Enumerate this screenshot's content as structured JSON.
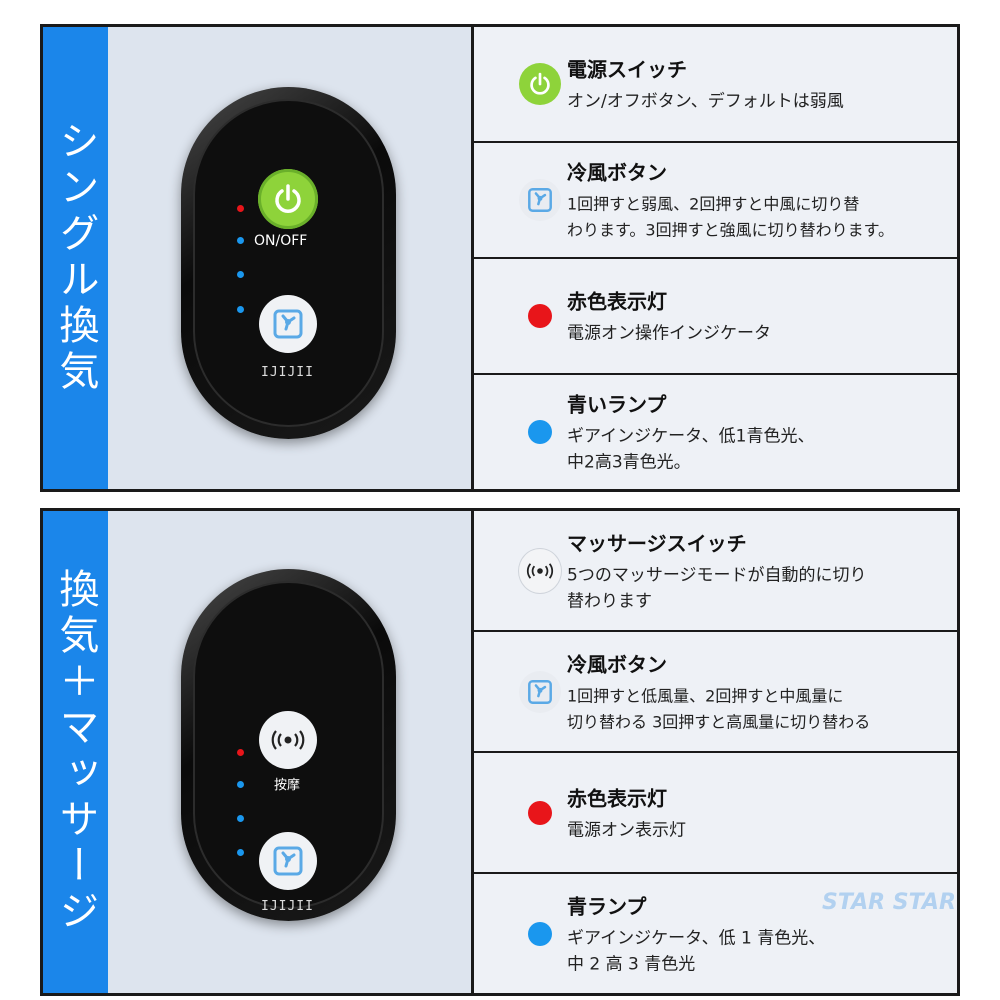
{
  "top": {
    "side_title": "シングル換気",
    "device": {
      "power_label": "ON/OFF",
      "bars": "IJIJII"
    },
    "rows": [
      {
        "icon": "power-icon",
        "title": "電源スイッチ",
        "desc": "オン/オフボタン、デフォルトは弱風"
      },
      {
        "icon": "fan-icon",
        "title": "冷風ボタン",
        "desc": "1回押すと弱風、2回押すと中風に切り替\nわります。3回押すと強風に切り替わります。"
      },
      {
        "icon": "red-dot-icon",
        "title": "赤色表示灯",
        "desc": "電源オン操作インジケータ"
      },
      {
        "icon": "blue-dot-icon",
        "title": "青いランプ",
        "desc": "ギアインジケータ、低1青色光、\n中2高3青色光。"
      }
    ]
  },
  "bottom": {
    "side_title": "換気＋マッサージ",
    "device": {
      "massage_label": "按摩",
      "bars": "IJIJII"
    },
    "rows": [
      {
        "icon": "vibration-icon",
        "title": "マッサージスイッチ",
        "desc": "5つのマッサージモードが自動的に切り\n替わります"
      },
      {
        "icon": "fan-icon",
        "title": "冷風ボタン",
        "desc": "1回押すと低風量、2回押すと中風量に\n切り替わる 3回押すと高風量に切り替わる"
      },
      {
        "icon": "red-dot-icon",
        "title": "赤色表示灯",
        "desc": "電源オン表示灯"
      },
      {
        "icon": "blue-dot-icon",
        "title": "青ランプ",
        "desc": "ギアインジケータ、低 1 青色光、\n中 2 高 3 青色光"
      }
    ]
  },
  "watermark": "STAR STAR",
  "colors": {
    "accent_blue": "#1b86ea",
    "power_green": "#8ed33a",
    "red": "#e8151a",
    "blue": "#1a97ee"
  }
}
